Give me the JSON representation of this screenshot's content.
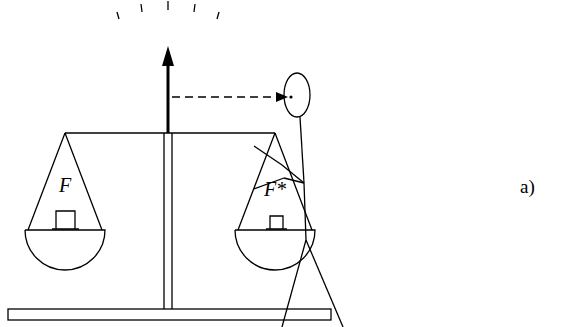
{
  "diagram": {
    "nodes": [
      {
        "text": [
          "F"
        ]
      },
      {
        "text": [
          "F*"
        ]
      }
    ],
    "labels": [
      "a)"
    ]
  }
}
